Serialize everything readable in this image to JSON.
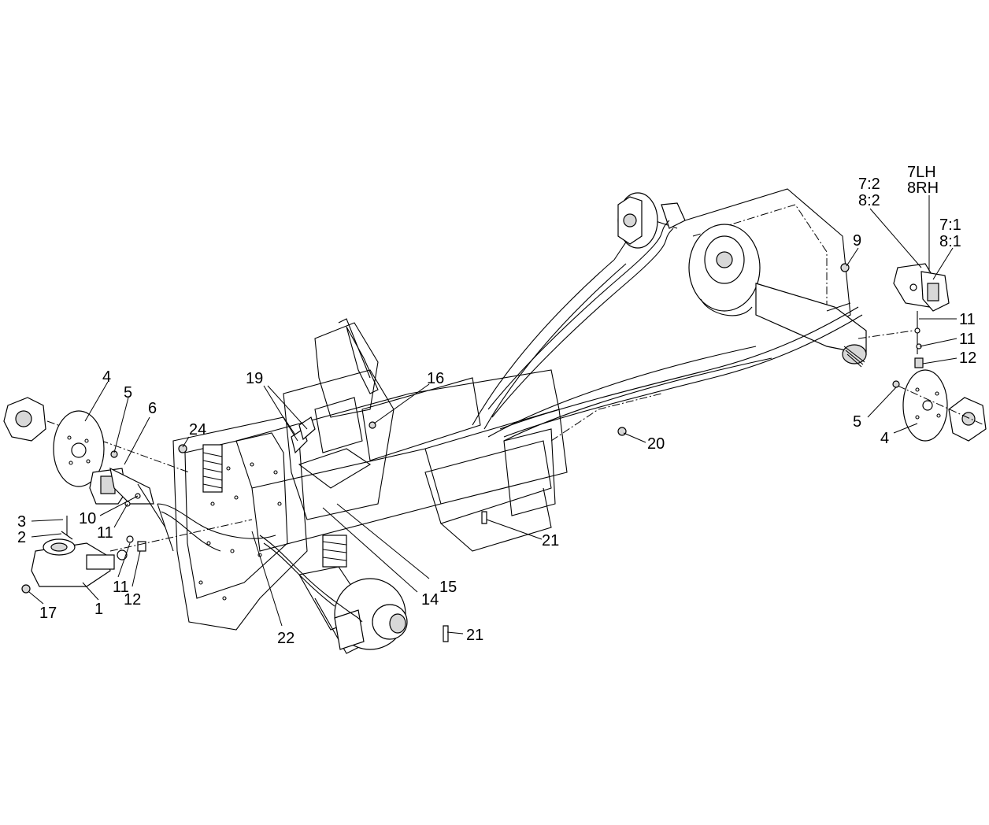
{
  "callouts": {
    "c1": "1",
    "c2": "2",
    "c3": "3",
    "c4_left": "4",
    "c4_right": "4",
    "c5_left": "5",
    "c5_right": "5",
    "c6": "6",
    "c7_lh": "7LH",
    "c8_rh": "8RH",
    "c7_2": "7:2",
    "c8_2": "8:2",
    "c7_1": "7:1",
    "c8_1": "8:1",
    "c9": "9",
    "c10": "10",
    "c11_a": "11",
    "c11_b": "11",
    "c11_c": "11",
    "c11_d": "11",
    "c12_left": "12",
    "c12_right": "12",
    "c14": "14",
    "c15": "15",
    "c16": "16",
    "c17": "17",
    "c19": "19",
    "c20": "20",
    "c21_upper": "21",
    "c21_lower": "21",
    "c22": "22",
    "c24": "24"
  }
}
